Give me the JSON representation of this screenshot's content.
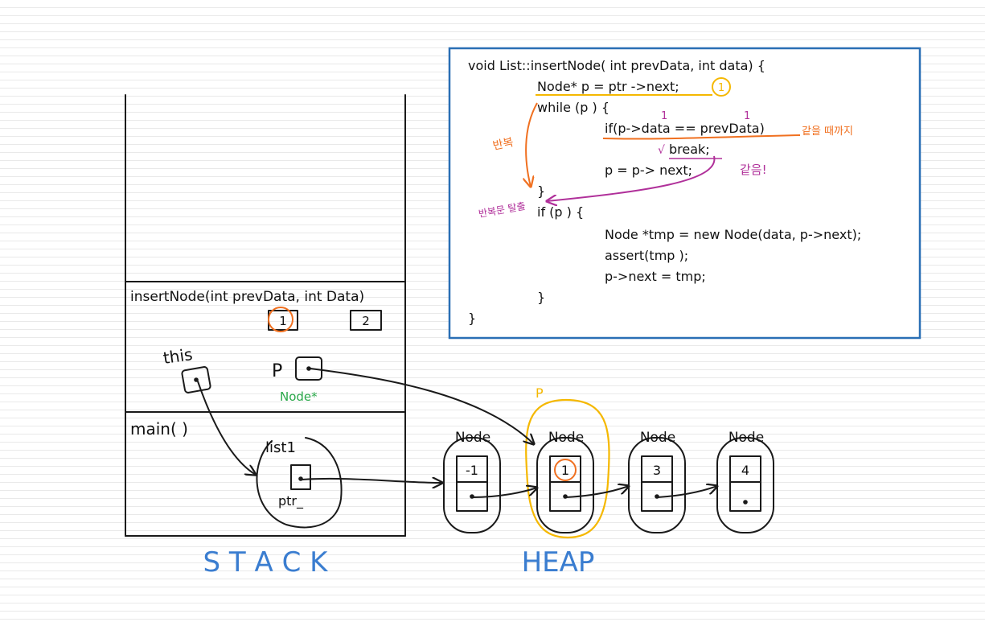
{
  "colors": {
    "ink": "#1a1a1a",
    "code_box": "#2a6fb5",
    "orange": "#f07020",
    "yellow": "#f5b800",
    "magenta": "#b0309a",
    "green": "#2aa84a",
    "blue_label": "#3a7dd0"
  },
  "code": {
    "lines": [
      "void List::insertNode( int prevData, int data) {",
      "Node* p = ptr ->next;",
      "while (p ) {",
      "if(p->data == prevData)",
      "break;",
      "p = p-> next;",
      "}",
      "if (p ) {",
      "Node *tmp = new Node(data, p->next);",
      "assert(tmp );",
      "p->next = tmp;",
      "}",
      "}"
    ],
    "annotations": {
      "step_one": "1",
      "superscript_a": "1",
      "superscript_b": "1",
      "until_equal": "같을 때까지",
      "equal": "같음!",
      "repeat": "반복",
      "loop_exit": "반복문 탈출",
      "check": "√"
    }
  },
  "stack": {
    "frame_insert": "insertNode(int prevData, int Data)",
    "arg_prev": "1",
    "arg_data": "2",
    "this_label": "this",
    "p_label": "P",
    "p_type": "Node*",
    "frame_main": "main( )",
    "list_label": "list1",
    "ptr_label": "ptr_",
    "caption": "S T A C K"
  },
  "heap": {
    "caption": "HEAP",
    "p_marker": "P",
    "nodes": [
      {
        "label": "Node",
        "value": "-1"
      },
      {
        "label": "Node",
        "value": "1"
      },
      {
        "label": "Node",
        "value": "3"
      },
      {
        "label": "Node",
        "value": "4"
      }
    ]
  }
}
